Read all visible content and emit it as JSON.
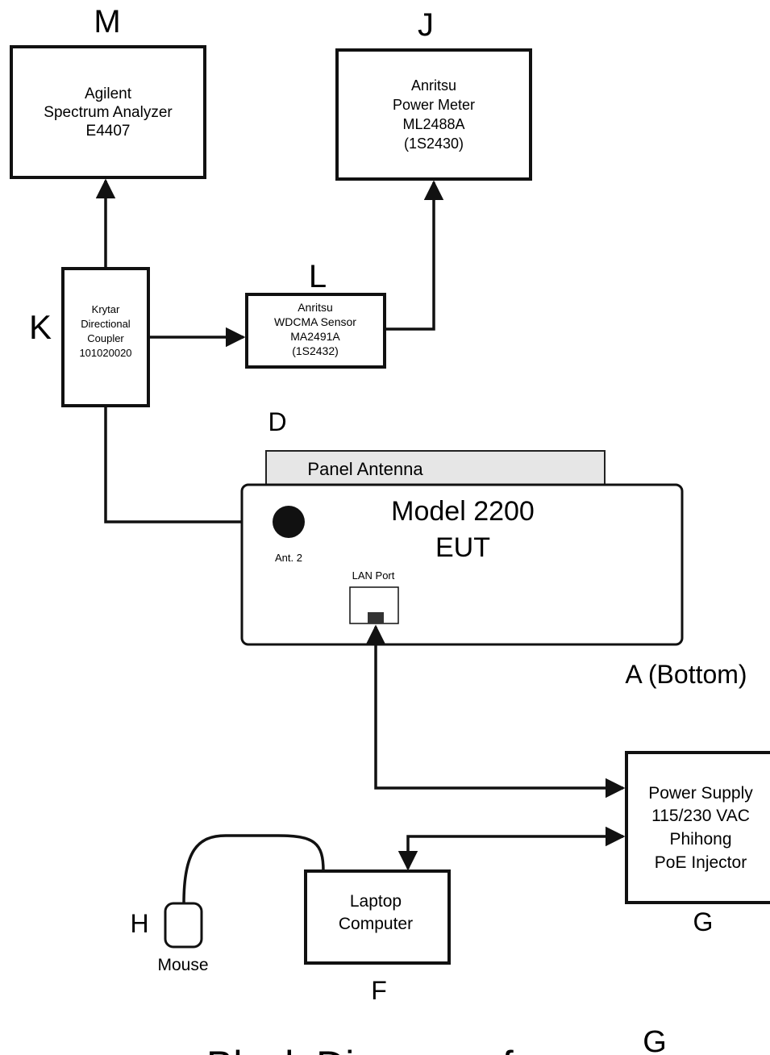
{
  "labels": {
    "m": "M",
    "j": "J",
    "l": "L",
    "k": "K",
    "d": "D",
    "a": "A (Bottom)",
    "h": "H",
    "f": "F",
    "g": "G",
    "g2": "G"
  },
  "boxes": {
    "spectrum_analyzer": [
      "Agilent",
      "Spectrum Analyzer",
      "E4407"
    ],
    "power_meter": [
      "Anritsu",
      "Power Meter",
      "ML2488A",
      "(1S2430)"
    ],
    "coupler": [
      "Krytar",
      "Directional",
      "Coupler",
      "101020020"
    ],
    "sensor": [
      "Anritsu",
      "WDCMA Sensor",
      "MA2491A",
      "(1S2432)"
    ],
    "antenna": "Panel Antenna",
    "eut": [
      "Model 2200",
      "EUT"
    ],
    "ant2": "Ant. 2",
    "lan_port": "LAN Port",
    "power_supply": [
      "Power Supply",
      "115/230 VAC",
      "Phihong",
      "PoE Injector"
    ],
    "laptop": [
      "Laptop",
      "Computer"
    ],
    "mouse": "Mouse"
  },
  "caption": "Block Diagram of"
}
